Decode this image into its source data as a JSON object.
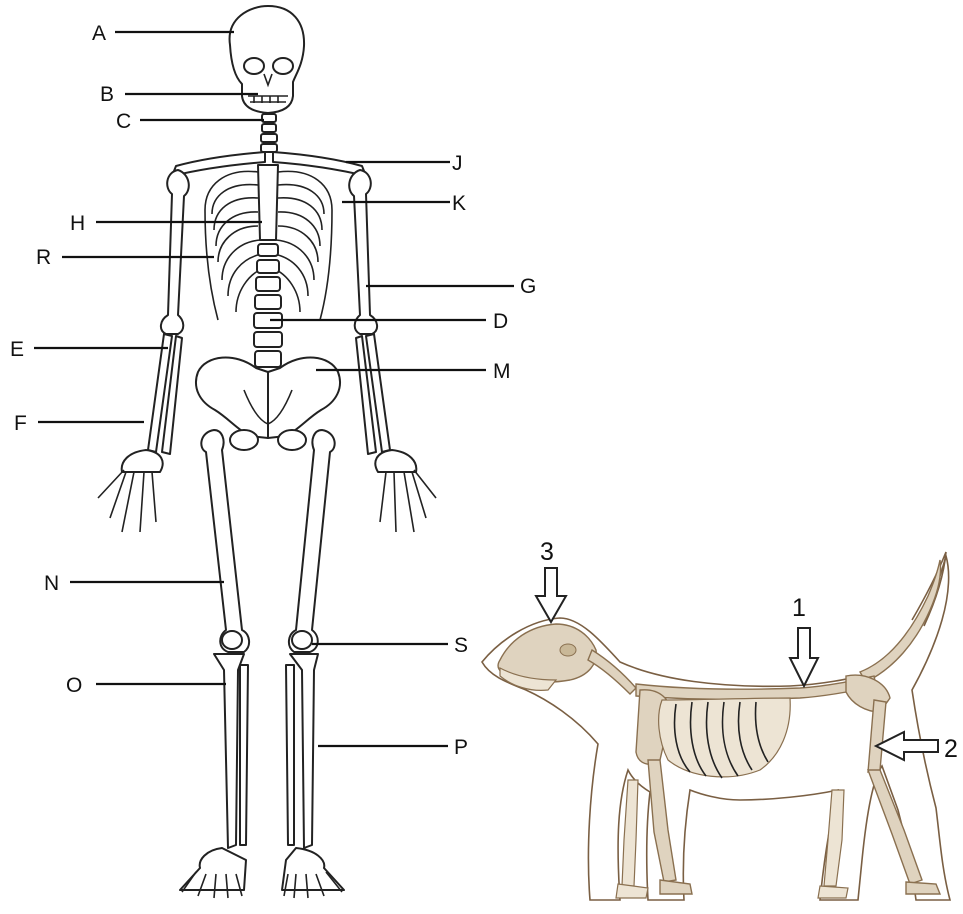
{
  "human_labels": [
    "A",
    "B",
    "C",
    "J",
    "K",
    "H",
    "R",
    "G",
    "D",
    "E",
    "M",
    "F",
    "N",
    "S",
    "O",
    "P"
  ],
  "dog_labels": [
    "1",
    "2",
    "3"
  ]
}
